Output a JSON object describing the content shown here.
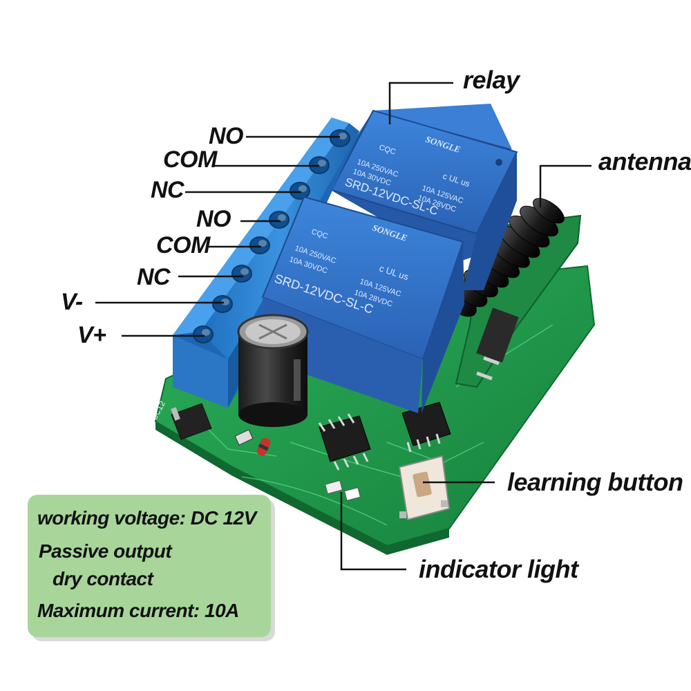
{
  "pins": [
    {
      "label": "NO"
    },
    {
      "label": "COM"
    },
    {
      "label": "NC"
    },
    {
      "label": "NO"
    },
    {
      "label": "COM"
    },
    {
      "label": "NC"
    },
    {
      "label": "V-"
    },
    {
      "label": "V+"
    }
  ],
  "callouts": {
    "relay": "relay",
    "antenna": "antenna",
    "learning_button": "learning button",
    "indicator_light": "indicator light"
  },
  "relay_marking": {
    "brand": "SONGLE",
    "ratings_left": [
      "10A 250VAC",
      "10A 30VDC"
    ],
    "ratings_right": [
      "10A 125VAC",
      "10A 28VDC"
    ],
    "model": "SRD-12VDC-SL-C",
    "cert_left": "CQC",
    "cert_right": "c UL us"
  },
  "board_marking": "DC12",
  "specs": {
    "line1": "working voltage: DC 12V",
    "line2": "Passive output",
    "line3": "dry contact",
    "line4": "Maximum current:  10A"
  },
  "colors": {
    "pcb_green": "#1f9a4a",
    "terminal_blue": "#2a7fcf",
    "relay_blue": "#2f6fc6",
    "spec_box": "#a8d69a",
    "text": "#111111"
  }
}
